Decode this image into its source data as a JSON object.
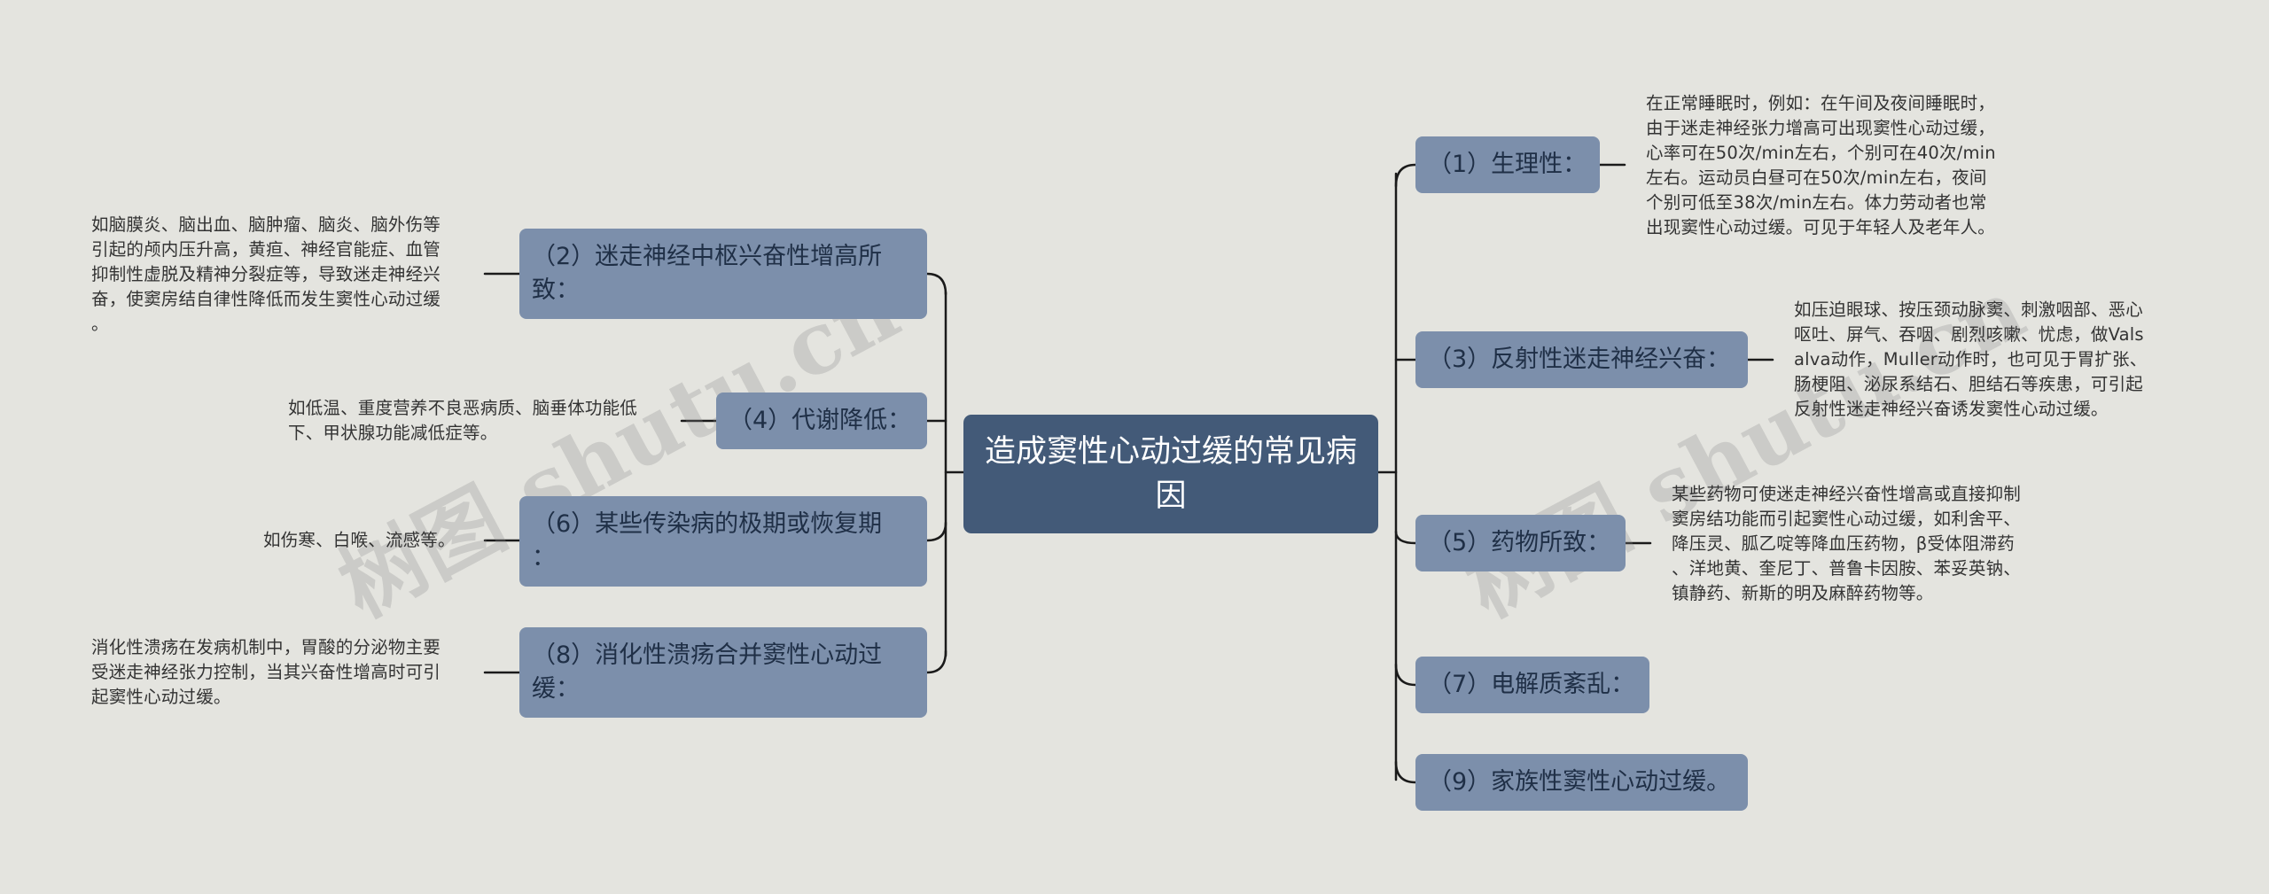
{
  "center": {
    "label": "造成窦性心动过缓的常见病因"
  },
  "right": [
    {
      "label": "（1）生理性：",
      "detail": "在正常睡眠时，例如：在午间及夜间睡眠时，\n由于迷走神经张力增高可出现窦性心动过缓，\n心率可在50次/min左右，个别可在40次/min\n左右。运动员白昼可在50次/min左右，夜间\n个别可低至38次/min左右。体力劳动者也常\n出现窦性心动过缓。可见于年轻人及老年人。"
    },
    {
      "label": "（3）反射性迷走神经兴奋：",
      "detail": "如压迫眼球、按压颈动脉窦、刺激咽部、恶心\n呕吐、屏气、吞咽、剧烈咳嗽、忧虑，做Vals\nalva动作，Muller动作时，也可见于胃扩张、\n肠梗阻、泌尿系结石、胆结石等疾患，可引起\n反射性迷走神经兴奋诱发窦性心动过缓。"
    },
    {
      "label": "（5）药物所致：",
      "detail": "某些药物可使迷走神经兴奋性增高或直接抑制\n窦房结功能而引起窦性心动过缓，如利舍平、\n降压灵、胍乙啶等降血压药物，β受体阻滞药\n、洋地黄、奎尼丁、普鲁卡因胺、苯妥英钠、\n镇静药、新斯的明及麻醉药物等。"
    },
    {
      "label": "（7）电解质紊乱："
    },
    {
      "label": "（9）家族性窦性心动过缓。"
    }
  ],
  "left": [
    {
      "label": "（2）迷走神经中枢兴奋性增高所\n致：",
      "detail": "如脑膜炎、脑出血、脑肿瘤、脑炎、脑外伤等\n引起的颅内压升高，黄疸、神经官能症、血管\n抑制性虚脱及精神分裂症等，导致迷走神经兴\n奋，使窦房结自律性降低而发生窦性心动过缓\n。"
    },
    {
      "label": "（4）代谢降低：",
      "detail": "如低温、重度营养不良恶病质、脑垂体功能低\n下、甲状腺功能减低症等。"
    },
    {
      "label": "（6）某些传染病的极期或恢复期\n：",
      "detail": "如伤寒、白喉、流感等。"
    },
    {
      "label": "（8）消化性溃疡合并窦性心动过\n缓：",
      "detail": "消化性溃疡在发病机制中，胃酸的分泌物主要\n受迷走神经张力控制，当其兴奋性增高时可引\n起窦性心动过缓。"
    }
  ],
  "watermark": [
    "树图 shutu.cn",
    "树图 shutu.cn"
  ],
  "colors": {
    "background": "#e4e4df",
    "center": "#435a78",
    "branch": "#7c8fab",
    "line": "#1a1a1a"
  }
}
